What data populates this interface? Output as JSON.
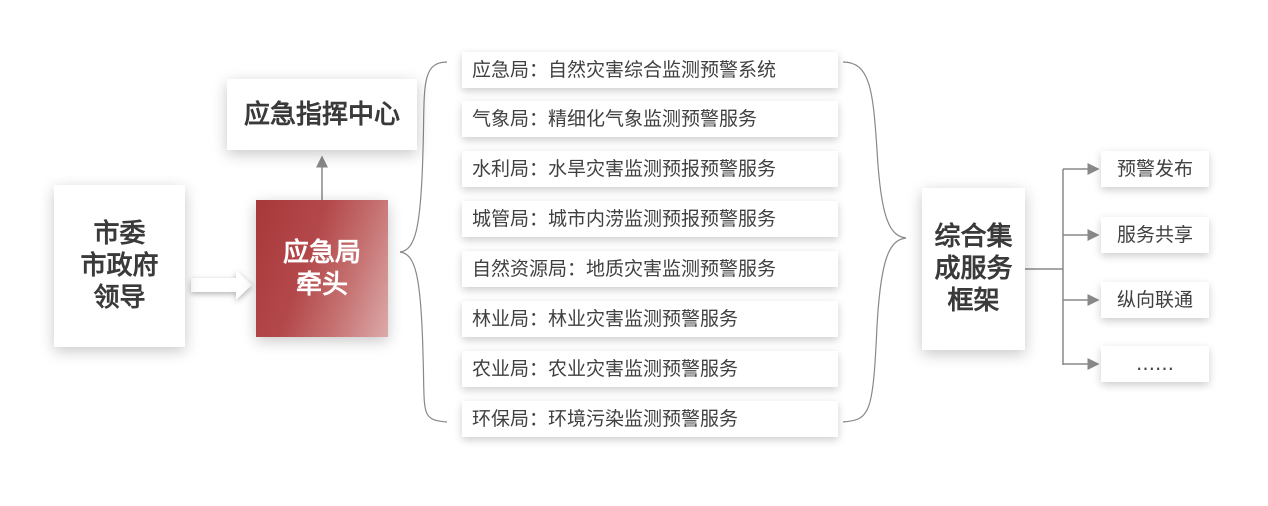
{
  "leader": {
    "label": "市委\n市政府\n领导"
  },
  "lead_bureau": {
    "label": "应急局\n牵头"
  },
  "command_center": {
    "label": "应急指挥中心"
  },
  "bureaus": [
    "应急局：自然灾害综合监测预警系统",
    "气象局：精细化气象监测预警服务",
    "水利局：水旱灾害监测预报预警服务",
    "城管局：城市内涝监测预报预警服务",
    "自然资源局：地质灾害监测预警服务",
    "林业局：林业灾害监测预警服务",
    "农业局：农业灾害监测预警服务",
    "环保局：环境污染监测预警服务"
  ],
  "framework": {
    "label": "综合集\n成服务\n框架"
  },
  "outputs": [
    "预警发布",
    "服务共享",
    "纵向联通",
    "……"
  ],
  "colors": {
    "accent": "#a8383a",
    "line": "#888888"
  }
}
